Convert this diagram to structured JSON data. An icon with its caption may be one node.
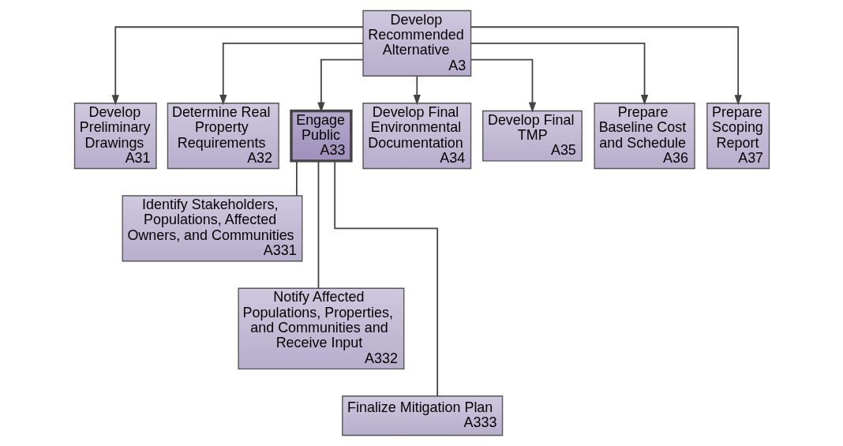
{
  "diagram": {
    "nodes": [
      {
        "text": [
          "Develop Recommended Alternative",
          "A3"
        ]
      },
      {
        "text": [
          "Develop Preliminary Drawings",
          "A31"
        ]
      },
      {
        "text": [
          "Determine Real Property Requirements",
          "A32"
        ]
      },
      {
        "text": [
          "Engage Public",
          "A33"
        ]
      },
      {
        "text": [
          "Develop Final Environmental Documentation",
          "A34"
        ]
      },
      {
        "text": [
          "Develop Final TMP",
          "A35"
        ]
      },
      {
        "text": [
          "Prepare Baseline Cost and Schedule",
          "A36"
        ]
      },
      {
        "text": [
          "Prepare Scoping Report",
          "A37"
        ]
      },
      {
        "text": [
          "Identify Stakeholders, Populations, Affected Owners, and Communities",
          "A331"
        ]
      },
      {
        "text": [
          "Notify Affected Populations, Properties, and Communities and Receive Input",
          "A332"
        ]
      },
      {
        "text": [
          "Finalize Mitigation Plan",
          "A333"
        ]
      }
    ],
    "edges": [
      {
        "from": 0,
        "to": 1,
        "arrow": "to"
      },
      {
        "from": 0,
        "to": 2,
        "arrow": "to"
      },
      {
        "from": 0,
        "to": 3,
        "arrow": "to"
      },
      {
        "from": 0,
        "to": 4,
        "arrow": "to"
      },
      {
        "from": 0,
        "to": 5,
        "arrow": "to"
      },
      {
        "from": 0,
        "to": 6,
        "arrow": "to"
      },
      {
        "from": 0,
        "to": 7,
        "arrow": "to"
      },
      {
        "from": 3,
        "to": 8,
        "arrow": "none"
      },
      {
        "from": 3,
        "to": 9,
        "arrow": "none"
      },
      {
        "from": 3,
        "to": 10,
        "arrow": "none"
      }
    ]
  }
}
